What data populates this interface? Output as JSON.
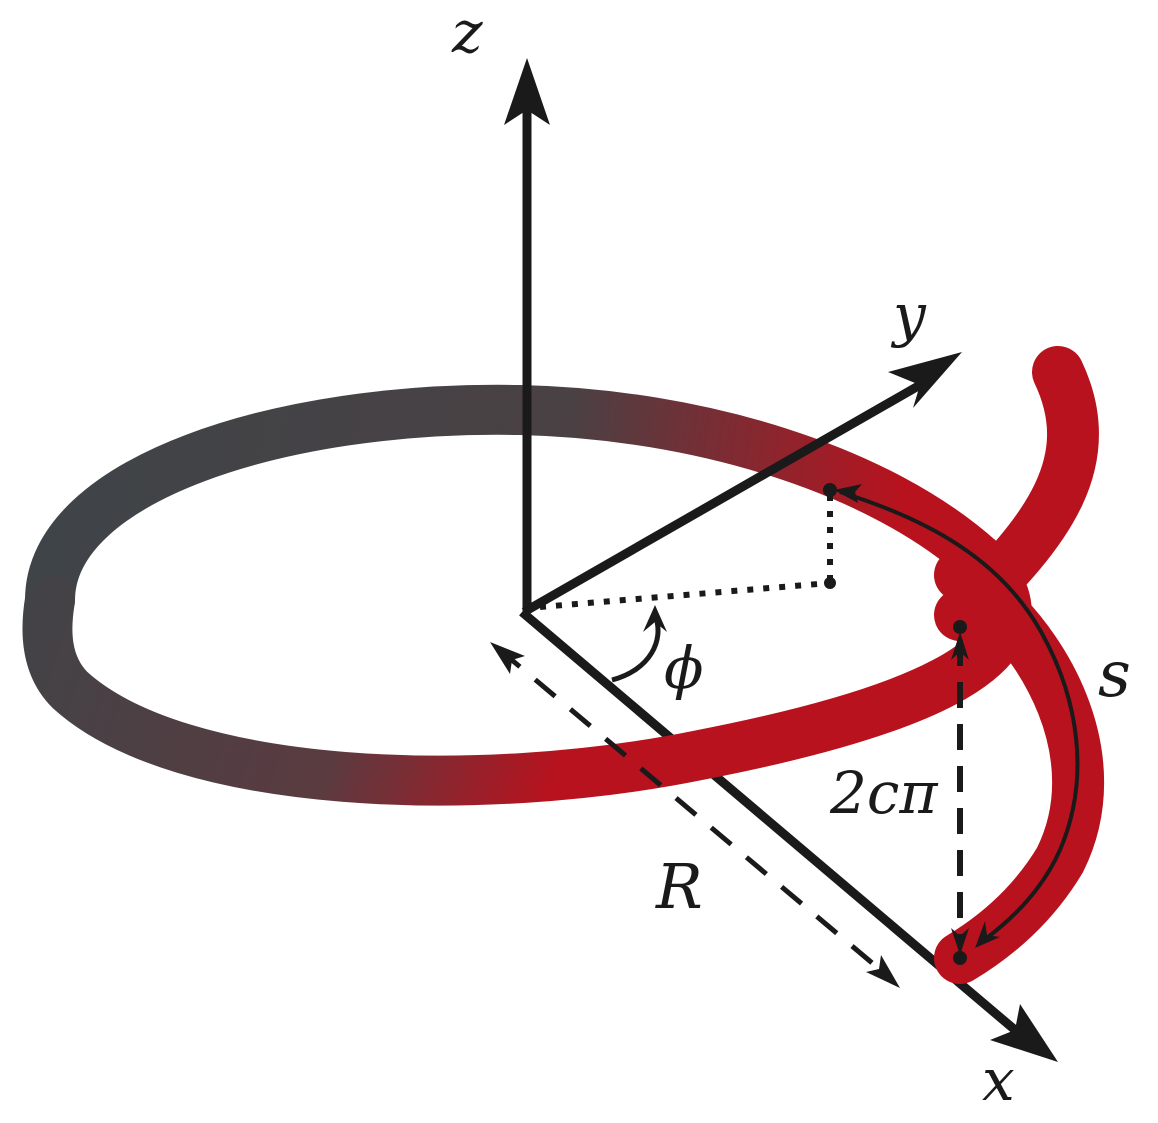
{
  "labels": {
    "z_axis": "z",
    "y_axis": "y",
    "x_axis": "x",
    "angle": "ϕ",
    "radius": "R",
    "pitch": "2cπ",
    "arc_length": "s"
  },
  "colors": {
    "helix_red": "#b8121e",
    "helix_gray": "#3f4448",
    "axis": "#1a1a1a"
  }
}
